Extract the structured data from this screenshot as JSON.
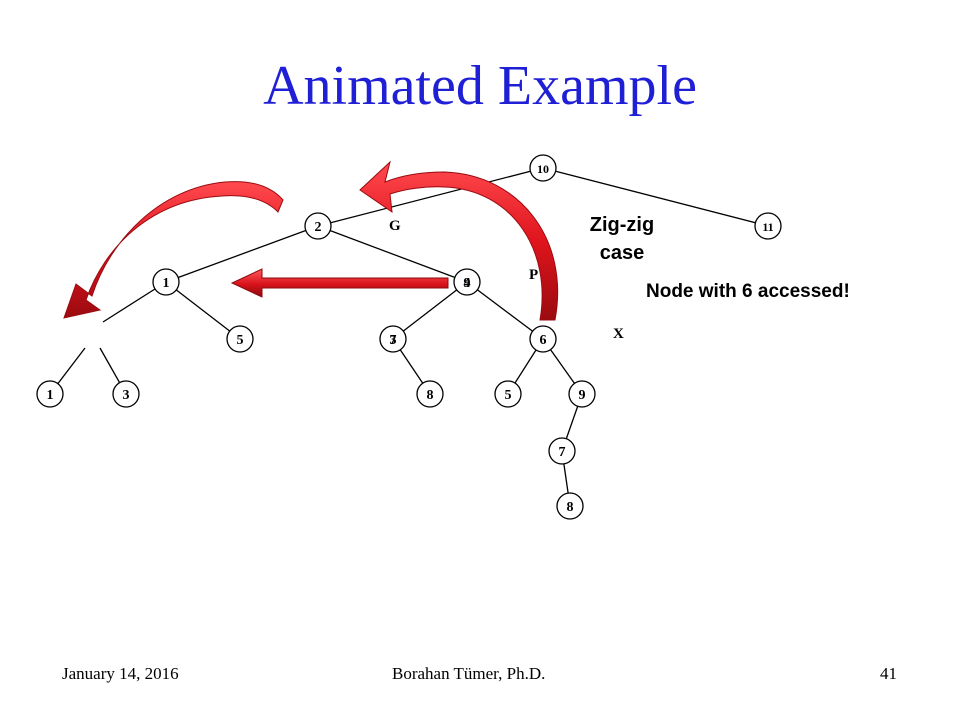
{
  "slide": {
    "title": "Animated Example",
    "footer": {
      "date": "January 14, 2016",
      "author": "Borahan Tümer, Ph.D.",
      "page": "41"
    }
  },
  "tree": {
    "nodes": [
      {
        "id": "n10",
        "label": "10"
      },
      {
        "id": "n2",
        "label": "2"
      },
      {
        "id": "n11",
        "label": "11"
      },
      {
        "id": "n1",
        "label": "1"
      },
      {
        "id": "n4",
        "label": "4",
        "overlap": "9"
      },
      {
        "id": "n5a",
        "label": "5"
      },
      {
        "id": "n3",
        "label": "3",
        "overlap": "7"
      },
      {
        "id": "n6",
        "label": "6"
      },
      {
        "id": "n1b",
        "label": "1"
      },
      {
        "id": "n3b",
        "label": "3"
      },
      {
        "id": "n8",
        "label": "8"
      },
      {
        "id": "n5b",
        "label": "5"
      },
      {
        "id": "n9",
        "label": "9"
      },
      {
        "id": "n7",
        "label": "7"
      },
      {
        "id": "n8b",
        "label": "8"
      }
    ],
    "tags": {
      "g": "G",
      "p": "P",
      "x": "X"
    }
  },
  "notes": {
    "case_line1": "Zig-zig",
    "case_line2": "case",
    "accessed": "Node with 6 accessed!"
  },
  "colors": {
    "title": "#1f1fd6",
    "arrow": "#e0141c",
    "arrow_dark": "#8b0a0e"
  }
}
